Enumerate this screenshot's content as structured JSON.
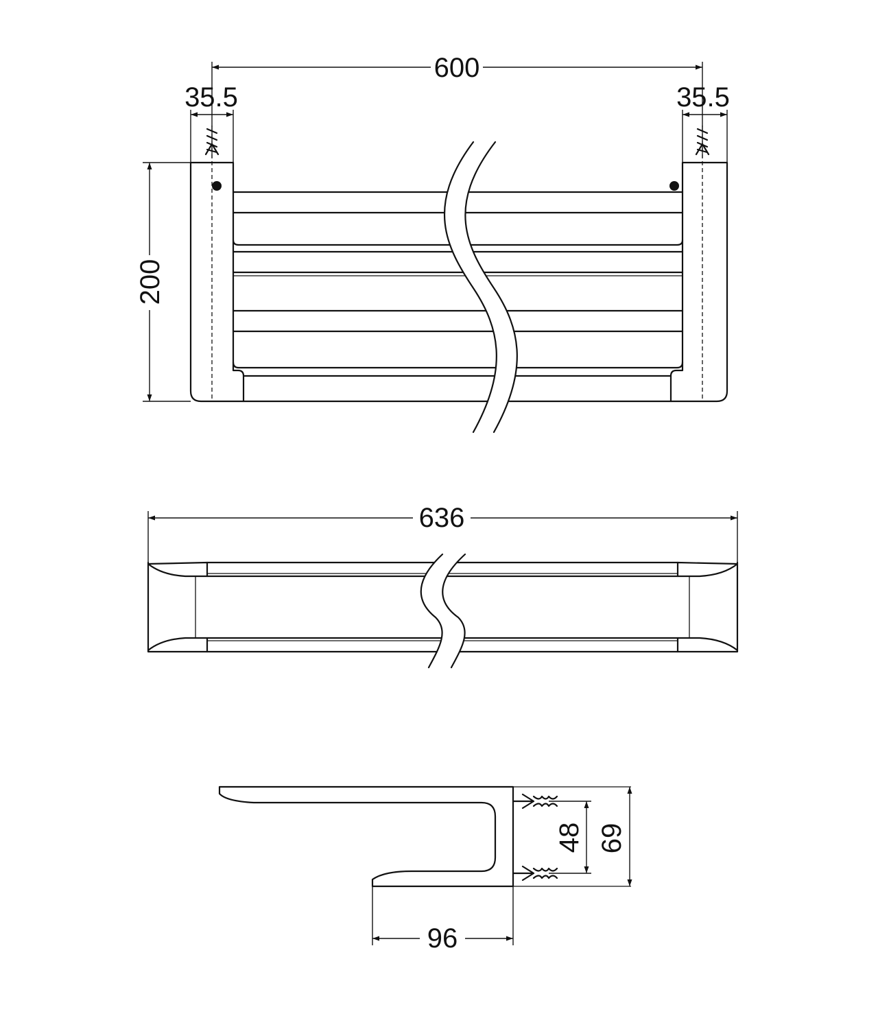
{
  "colors": {
    "line": "#111111",
    "background": "#ffffff"
  },
  "dimensions": {
    "front_width": "600",
    "left_offset": "35.5",
    "right_offset": "35.5",
    "front_height": "200",
    "top_length": "636",
    "side_fixing_spacing": "48",
    "side_height": "69",
    "side_depth": "96"
  }
}
